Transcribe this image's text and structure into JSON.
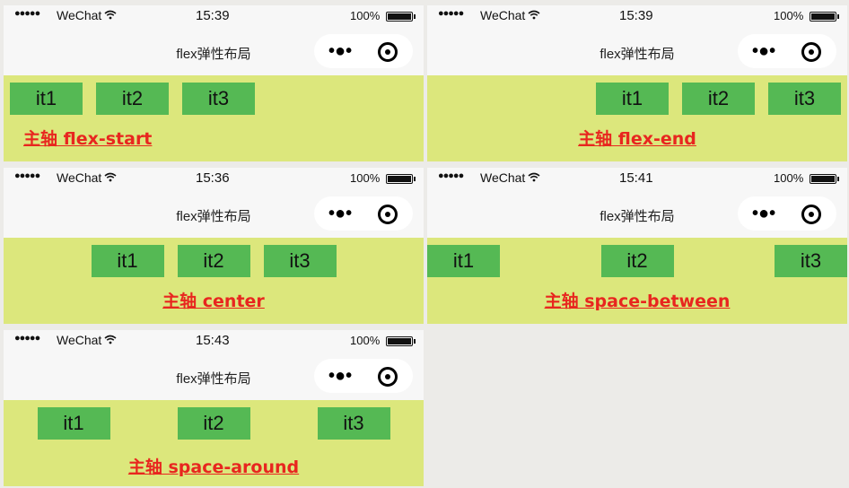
{
  "panels": [
    {
      "time": "15:39",
      "label": "主轴 flex-start",
      "mode": "flex-start"
    },
    {
      "time": "15:39",
      "label": "主轴 flex-end",
      "mode": "flex-end"
    },
    {
      "time": "15:36",
      "label": "主轴 center",
      "mode": "center"
    },
    {
      "time": "15:41",
      "label": "主轴 space-between",
      "mode": "space-between"
    },
    {
      "time": "15:43",
      "label": "主轴 space-around",
      "mode": "space-around"
    }
  ],
  "status": {
    "dots": "●●●●●",
    "carrier": "WeChat",
    "battery_pct": "100%"
  },
  "nav": {
    "title": "flex弹性布局",
    "more": "•●•"
  },
  "items": [
    "it1",
    "it2",
    "it3"
  ],
  "colors": {
    "content_bg": "#dce77c",
    "item_bg": "#55b954",
    "label": "#e8261f"
  }
}
